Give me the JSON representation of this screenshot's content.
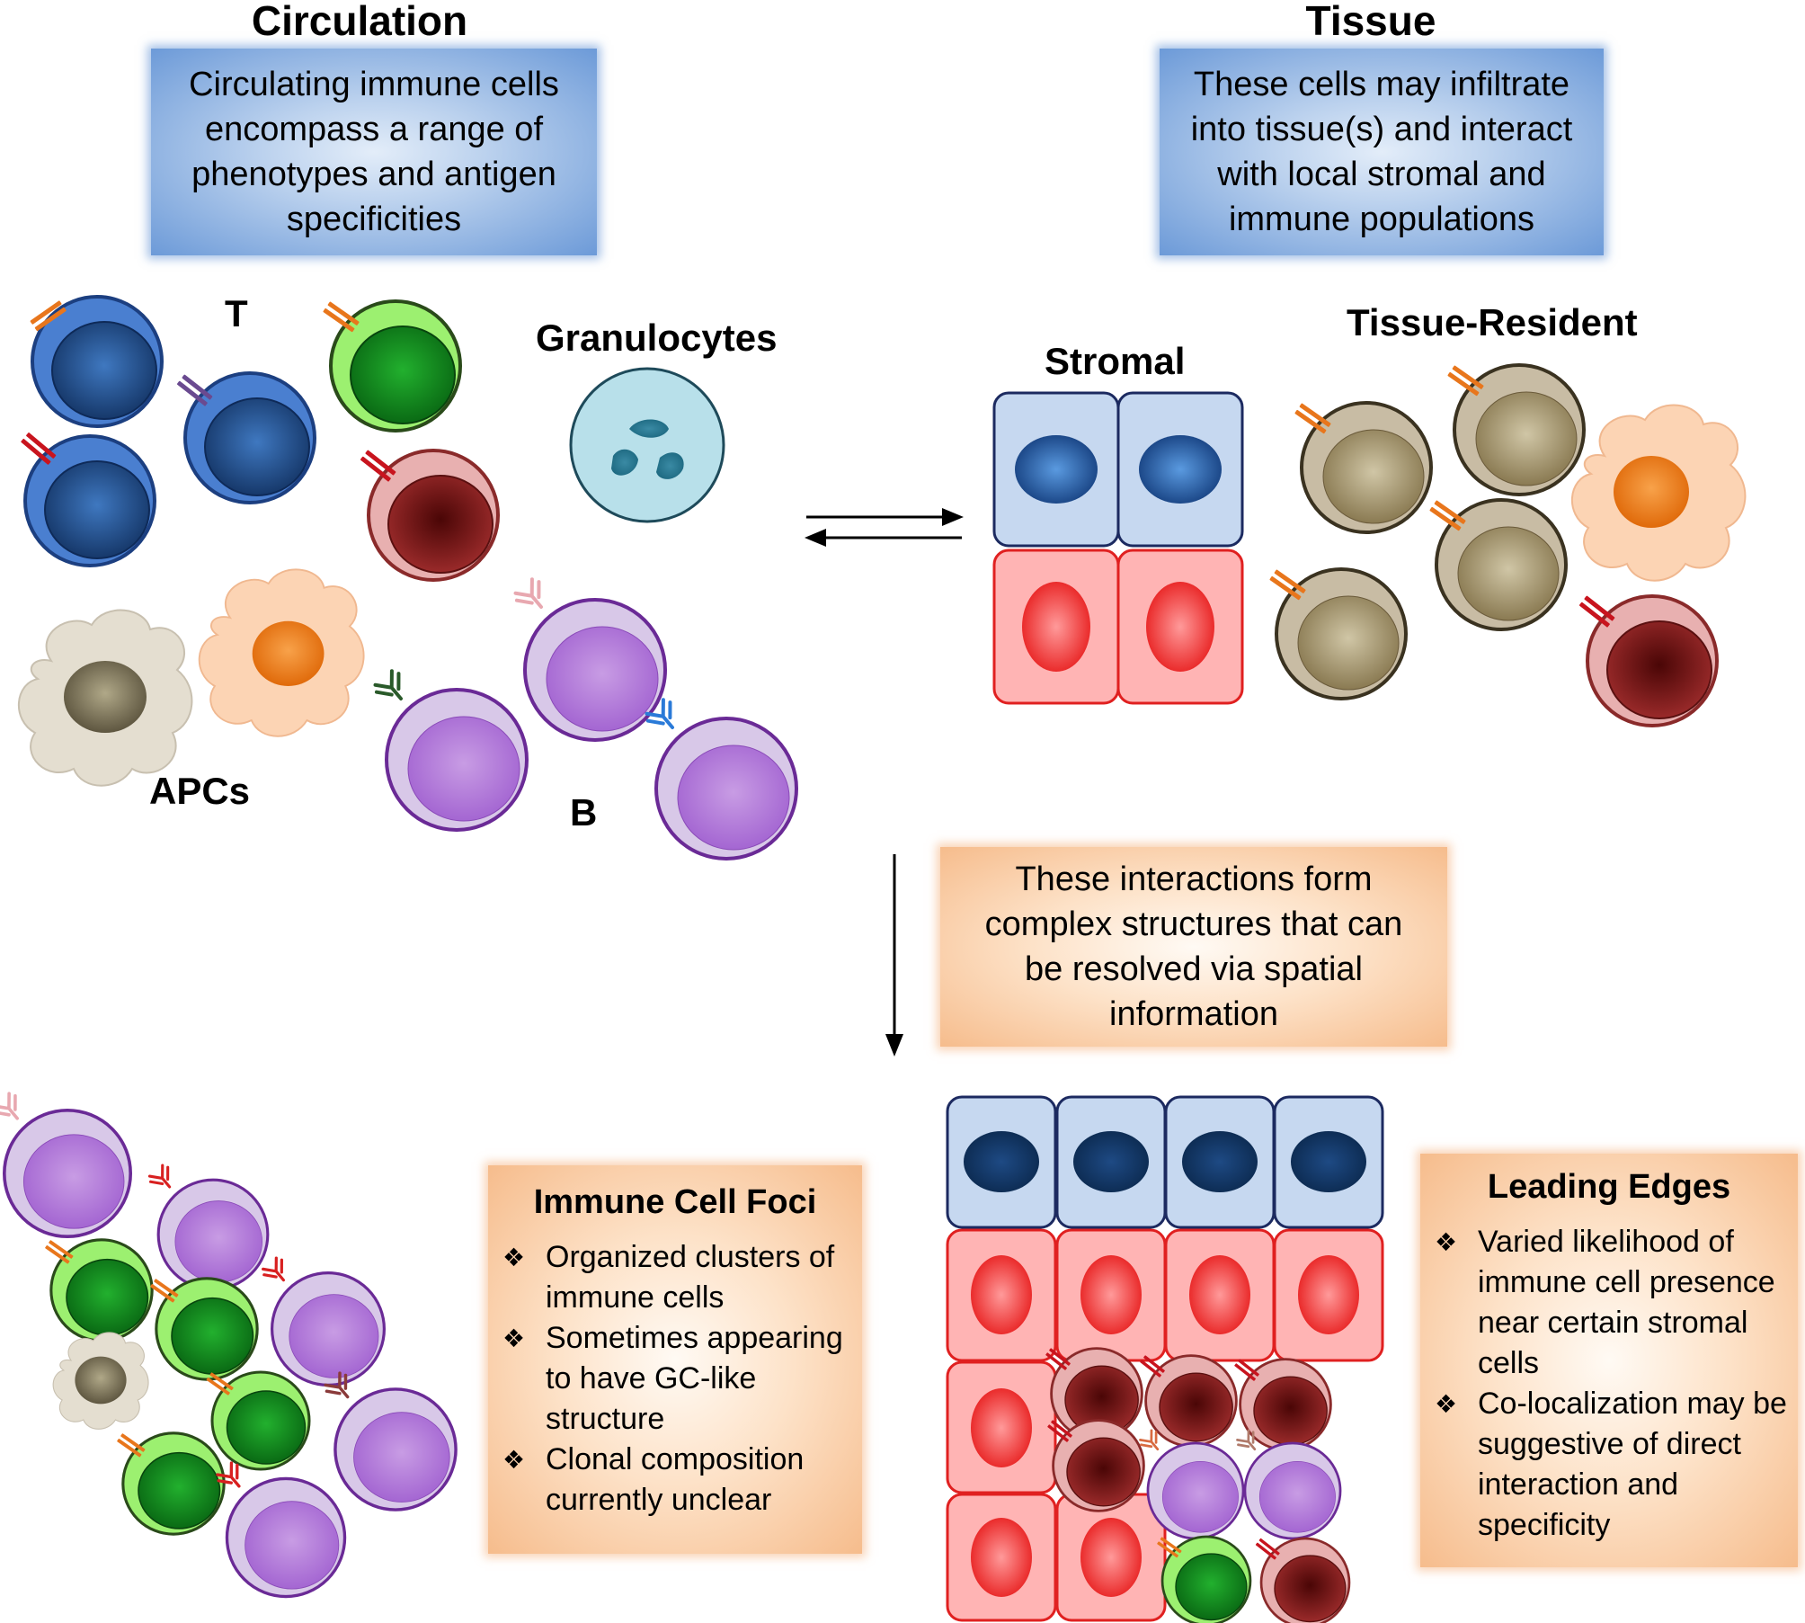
{
  "circulation": {
    "heading": "Circulation",
    "box_text": "Circulating immune cells encompass a range of phenotypes and antigen specificities",
    "labels": {
      "t": "T",
      "granulocytes": "Granulocytes",
      "apcs": "APCs",
      "b": "B"
    }
  },
  "tissue": {
    "heading": "Tissue",
    "box_text": "These cells may infiltrate into tissue(s) and interact with local stromal and immune populations",
    "labels": {
      "stromal": "Stromal",
      "tissue_resident": "Tissue-Resident"
    }
  },
  "interactions_box": "These interactions form complex structures that can be resolved via spatial information",
  "immune_cell_foci": {
    "title": "Immune Cell Foci",
    "bullets": [
      "Organized clusters of immune cells",
      "Sometimes appearing to have GC-like structure",
      "Clonal composition currently unclear"
    ]
  },
  "leading_edges": {
    "title": "Leading Edges",
    "bullets": [
      "Varied likelihood of immune cell presence near certain stromal cells",
      "Co-localization may be suggestive of direct interaction and specificity"
    ]
  },
  "colors": {
    "t_blue": "#4a7fd0",
    "t_green": "#9cf070",
    "t_red": "#e8b0b0",
    "b_purple": "#d8c8e8",
    "stroma_blue": "#c6d8f0",
    "stroma_red": "#ffb4b4",
    "apc_beige": "#e4ded0",
    "apc_peach": "#fcd4b4",
    "resident_olive": "#c8bca4",
    "granulocyte": "#b8e0ea"
  }
}
